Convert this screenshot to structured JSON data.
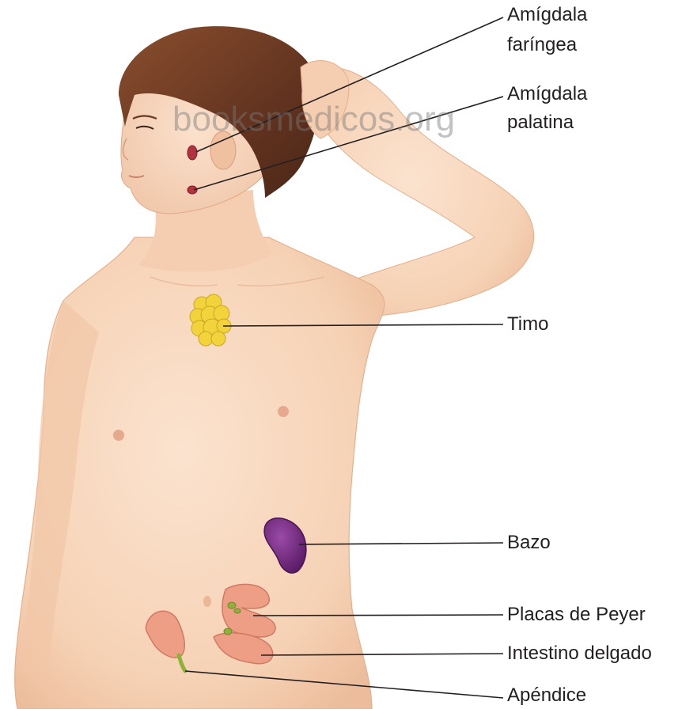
{
  "labels": {
    "amigdala_faringea": "Amígdala faríngea",
    "amigdala_faringea_line1": "Amígdala",
    "amigdala_faringea_line2": "faríngea",
    "amigdala_palatina_line1": "Amígdala",
    "amigdala_palatina_line2": "palatina",
    "timo": "Timo",
    "bazo": "Bazo",
    "placas_de_peyer": "Placas de Peyer",
    "intestino_delgado": "Intestino delgado",
    "apendice": "Apéndice"
  },
  "watermark": "booksmedicos.org",
  "colors": {
    "skin": "#f8d6bc",
    "skin_shadow": "#eebd9c",
    "hair": "#6b3a22",
    "thymus": "#f2d33c",
    "spleen": "#7a2b86",
    "tonsil": "#b3323f",
    "intestine": "#ef9e86",
    "peyer": "#8fb13a",
    "leader_line": "#231f20"
  }
}
